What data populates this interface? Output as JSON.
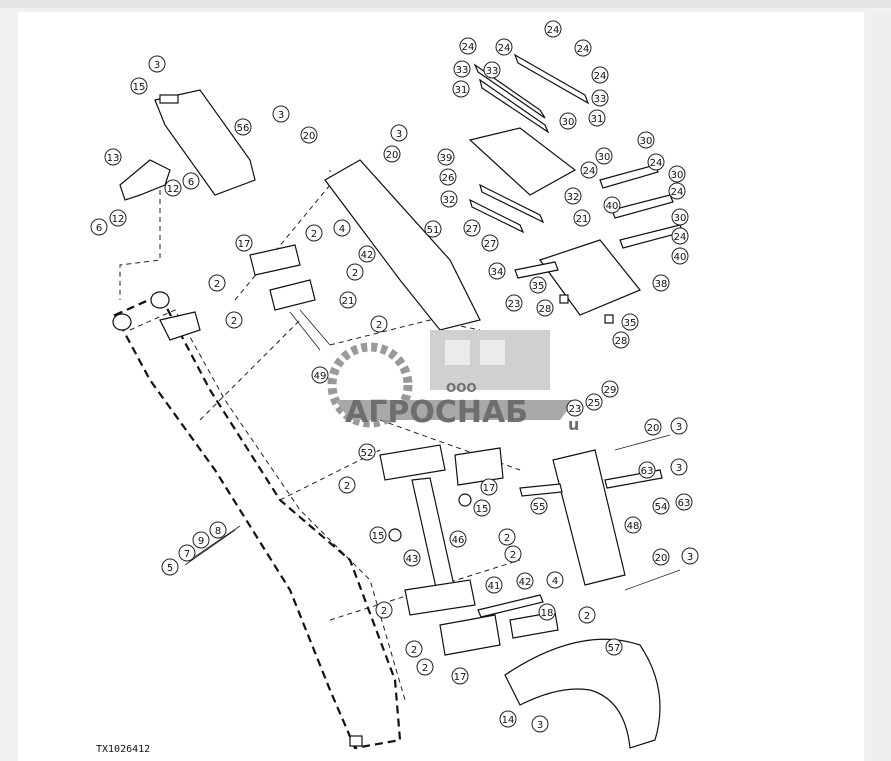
{
  "figure_code": "TX1026412",
  "watermark": {
    "small": "ООО",
    "brand": "АГРОСНАБ",
    "suffix": "u"
  },
  "callouts": {
    "c1": "3",
    "c2": "15",
    "c3": "56",
    "c4": "3",
    "c5": "20",
    "c6": "13",
    "c7": "12",
    "c8": "6",
    "c9": "6",
    "c10": "12",
    "c11": "3",
    "c12": "20",
    "c13": "51",
    "c14": "17",
    "c15": "2",
    "c16": "4",
    "c17": "42",
    "c18": "2",
    "c19": "2",
    "c20": "2",
    "c21": "21",
    "c22": "2",
    "c23": "24",
    "c24": "24",
    "c25": "24",
    "c26": "24",
    "c27": "33",
    "c28": "33",
    "c29": "31",
    "c30": "24",
    "c31": "33",
    "c32": "31",
    "c33": "39",
    "c34": "26",
    "c35": "30",
    "c36": "32",
    "c37": "21",
    "c38": "27",
    "c39": "27",
    "c40": "32",
    "c41": "30",
    "c42": "24",
    "c43": "30",
    "c44": "24",
    "c45": "30",
    "c46": "24",
    "c47": "40",
    "c48": "30",
    "c49": "24",
    "c50": "40",
    "c51": "34",
    "c52": "35",
    "c53": "23",
    "c54": "28",
    "c55": "38",
    "c56": "35",
    "c57": "28",
    "c58": "29",
    "c59": "25",
    "c60": "23",
    "c61": "49",
    "c62": "52",
    "c63": "2",
    "c64": "17",
    "c65": "15",
    "c66": "15",
    "c67": "46",
    "c68": "43",
    "c69": "2",
    "c70": "2",
    "c71": "20",
    "c72": "3",
    "c73": "63",
    "c74": "3",
    "c75": "55",
    "c76": "54",
    "c77": "63",
    "c78": "48",
    "c79": "20",
    "c80": "3",
    "c81": "8",
    "c82": "9",
    "c83": "7",
    "c84": "5",
    "c85": "41",
    "c86": "42",
    "c87": "4",
    "c88": "2",
    "c89": "18",
    "c90": "2",
    "c91": "2",
    "c92": "2",
    "c93": "17",
    "c94": "57",
    "c95": "14",
    "c96": "3"
  }
}
